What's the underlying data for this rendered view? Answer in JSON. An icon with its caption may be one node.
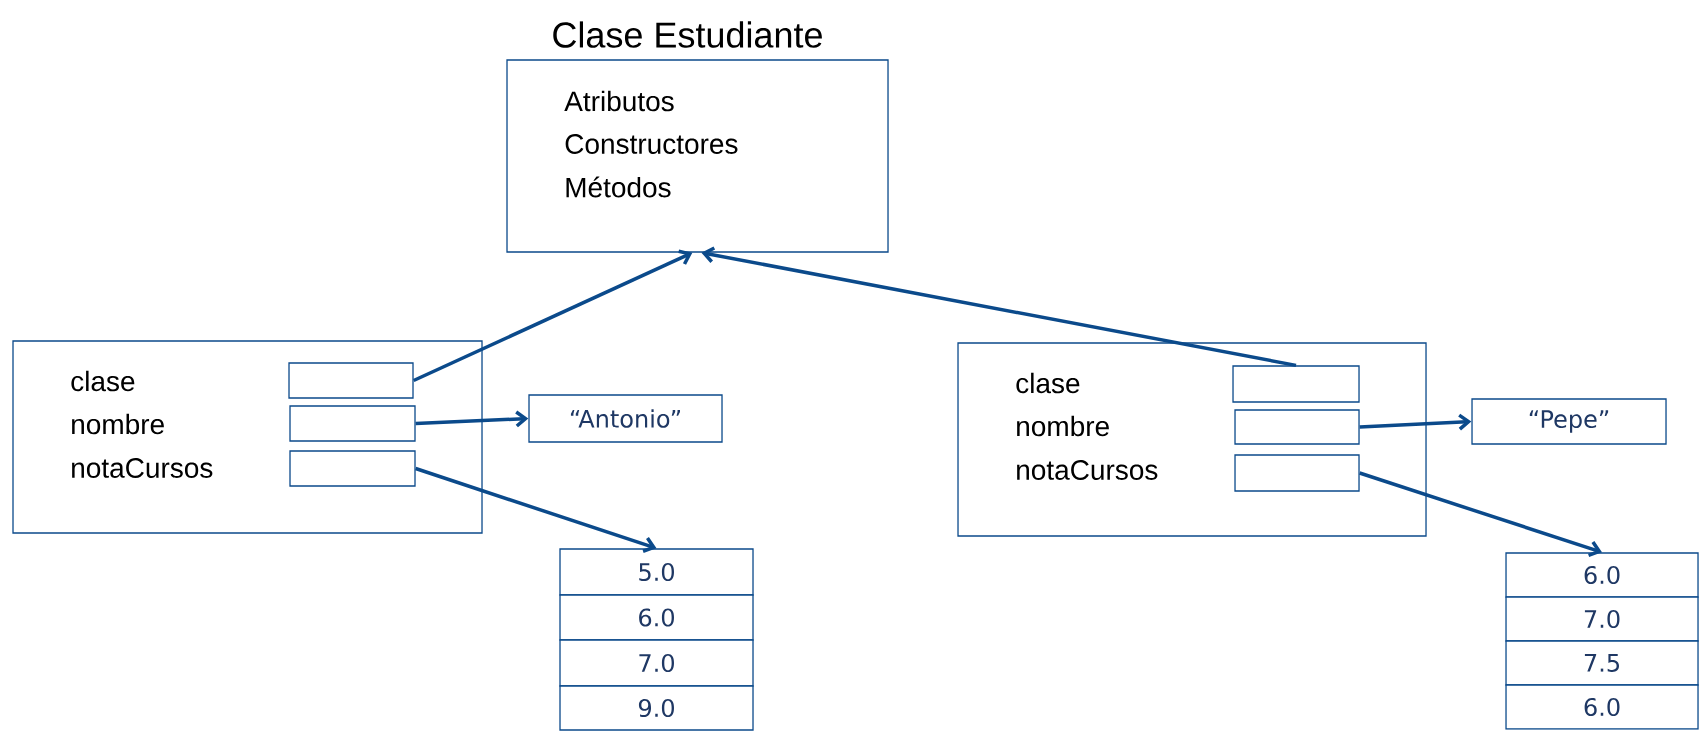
{
  "diagram": {
    "nodes": [
      {
        "text": [
          "Clase Estudiante",
          "Atributos",
          "Constructores",
          "Métodos"
        ]
      },
      {
        "text": [
          "clase",
          "nombre",
          "notaCursos"
        ]
      },
      {
        "text": [],
        "shape": "box",
        "in": 1
      },
      {
        "text": [],
        "shape": "box",
        "in": 1
      },
      {
        "text": [],
        "shape": "box",
        "in": 1
      },
      {
        "text": [
          "“Antonio”"
        ]
      },
      {
        "text": [
          "5.0"
        ]
      },
      {
        "text": [
          "6.0"
        ]
      },
      {
        "text": [
          "7.0"
        ]
      },
      {
        "text": [
          "9.0"
        ]
      },
      {
        "text": [
          "clase",
          "nombre",
          "notaCursos"
        ]
      },
      {
        "text": [],
        "shape": "box",
        "in": 10
      },
      {
        "text": [],
        "shape": "box",
        "in": 10
      },
      {
        "text": [],
        "shape": "box",
        "in": 10
      },
      {
        "text": [
          "“Pepe”"
        ]
      },
      {
        "text": [
          "6.0"
        ]
      },
      {
        "text": [
          "7.0"
        ]
      },
      {
        "text": [
          "7.5"
        ]
      },
      {
        "text": [
          "6.0"
        ]
      }
    ],
    "edges": [
      {
        "from": 2,
        "to": 0,
        "arrow": "to"
      },
      {
        "from": 3,
        "to": 5,
        "arrow": "to"
      },
      {
        "from": 4,
        "to": 6,
        "arrow": "to"
      },
      {
        "from": 11,
        "to": 0,
        "arrow": "to"
      },
      {
        "from": 12,
        "to": 14,
        "arrow": "to"
      },
      {
        "from": 13,
        "to": 15,
        "arrow": "to"
      }
    ]
  }
}
